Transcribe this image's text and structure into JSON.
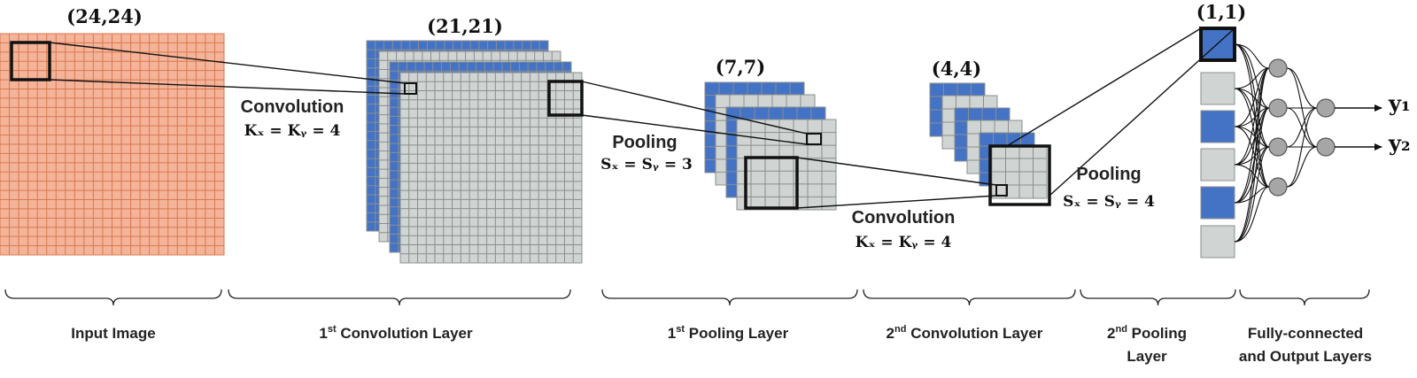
{
  "colors": {
    "input_fill": "#f4b49a",
    "input_grid": "#d9784f",
    "feature_blue": "#4472c4",
    "feature_gray": "#d0d5d3",
    "feature_grid": "#8a8f8e",
    "node_fill": "#a6a6a6",
    "outline": "#111111"
  },
  "dims": {
    "input": "(24,24)",
    "conv1": "(21,21)",
    "pool1": "(7,7)",
    "conv2": "(4,4)",
    "pool2": "(1,1)"
  },
  "operations": {
    "conv1_title": "Convolution",
    "conv1_param": "Kₓ = Kᵧ = 4",
    "pool1_title": "Pooling",
    "pool1_param": "Sₓ = Sᵧ = 3",
    "conv2_title": "Convolution",
    "conv2_param": "Kₓ = Kᵧ = 4",
    "pool2_title": "Pooling",
    "pool2_param": "Sₓ = Sᵧ = 4"
  },
  "outputs": [
    "y₁",
    "y₂"
  ],
  "sections": [
    {
      "name": "input",
      "lines": [
        "Input Image"
      ],
      "sup": ""
    },
    {
      "name": "conv1",
      "lines": [
        "1",
        " Convolution Layer"
      ],
      "sup": "st"
    },
    {
      "name": "pool1",
      "lines": [
        "1",
        " Pooling Layer"
      ],
      "sup": "st"
    },
    {
      "name": "conv2",
      "lines": [
        "2",
        " Convolution Layer"
      ],
      "sup": "nd"
    },
    {
      "name": "pool2",
      "lines": [
        "2",
        " Pooling",
        "Layer"
      ],
      "sup": "nd"
    },
    {
      "name": "fc",
      "lines": [
        "Fully-connected",
        "and Output Layers"
      ],
      "sup": ""
    }
  ]
}
